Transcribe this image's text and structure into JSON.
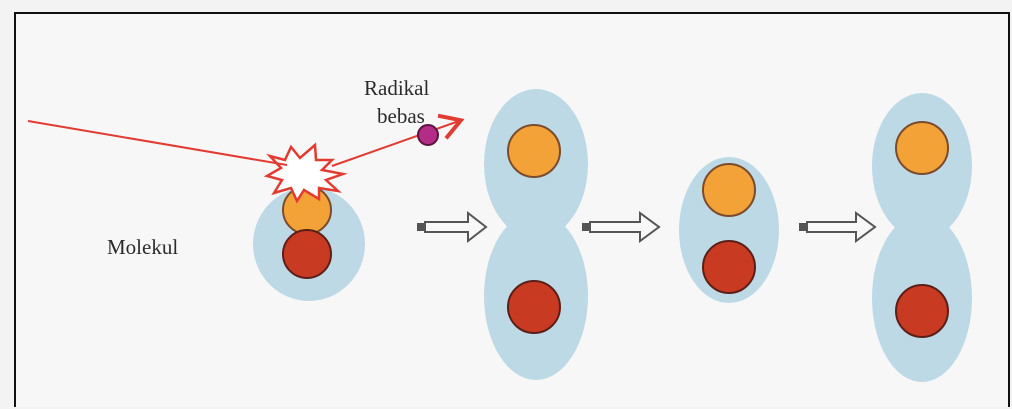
{
  "labels": {
    "radical_line1": "Radikal",
    "radical_line2": "bebas",
    "molecule": "Molekul"
  },
  "colors": {
    "background": "#f7f7f7",
    "molecule_shell": "#bed9e6",
    "atom_orange": "#f3a238",
    "atom_red": "#c93a22",
    "free_radical": "#b32c86",
    "arrow_red": "#e23b31",
    "block_arrow": "#555555"
  },
  "icons": {
    "collision": "starburst-icon",
    "step_arrow": "block-right-arrow-icon"
  }
}
